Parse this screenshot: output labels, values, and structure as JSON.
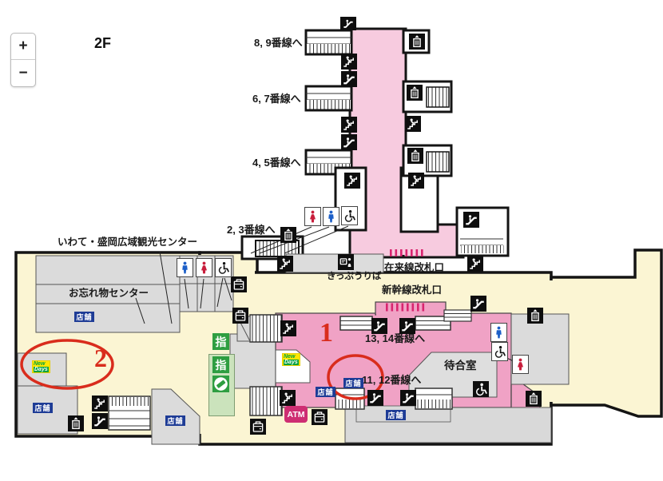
{
  "floor_label": "2F",
  "zoom_control": {
    "zoom_in": "+",
    "zoom_out": "−"
  },
  "platform_links": {
    "p89": "8, 9番線へ",
    "p67": "6, 7番線へ",
    "p45": "4, 5番線へ",
    "p23": "2, 3番線へ",
    "p1314": "13, 14番線へ",
    "p1112": "11, 12番線へ"
  },
  "facility_labels": {
    "tourist_center": "いわて・盛岡広域観光センター",
    "lost_found": "お忘れ物センター",
    "ticket_office": "きっぷうりば",
    "local_gates": "在来線改札口",
    "shinkansen_gates": "新幹線改札口",
    "waiting_room": "待合室"
  },
  "shop_badge": "店舗",
  "atm_badge": "ATM",
  "reserved_seat_sign": "指",
  "newdays": {
    "line1": "New",
    "line2": "Days"
  },
  "red_annotations": {
    "marker1": "1",
    "marker2": "2"
  },
  "icons": [
    "stairs-icon",
    "escalator-icon",
    "elevator-icon",
    "coin-locker-icon",
    "ticket-office-icon",
    "toilet-man-icon",
    "toilet-woman-icon",
    "wheelchair-icon",
    "reserved-ticket-machine-icon"
  ],
  "colors": {
    "corridor_pink": "#F7CBDF",
    "concourse_pink": "#F0A2C5",
    "hall_beige": "#FBF5D3",
    "room_grey": "#DBDBDB",
    "gate_magenta": "#D8256F",
    "badge_navy": "#1E3C96",
    "atm_magenta": "#CE2E72",
    "sign_green": "#2E9E41",
    "panel_green": "#CBE3BC",
    "annotation_red": "#D92C1C",
    "newdays_yellow": "#FFE600",
    "newdays_green": "#00A13E"
  }
}
